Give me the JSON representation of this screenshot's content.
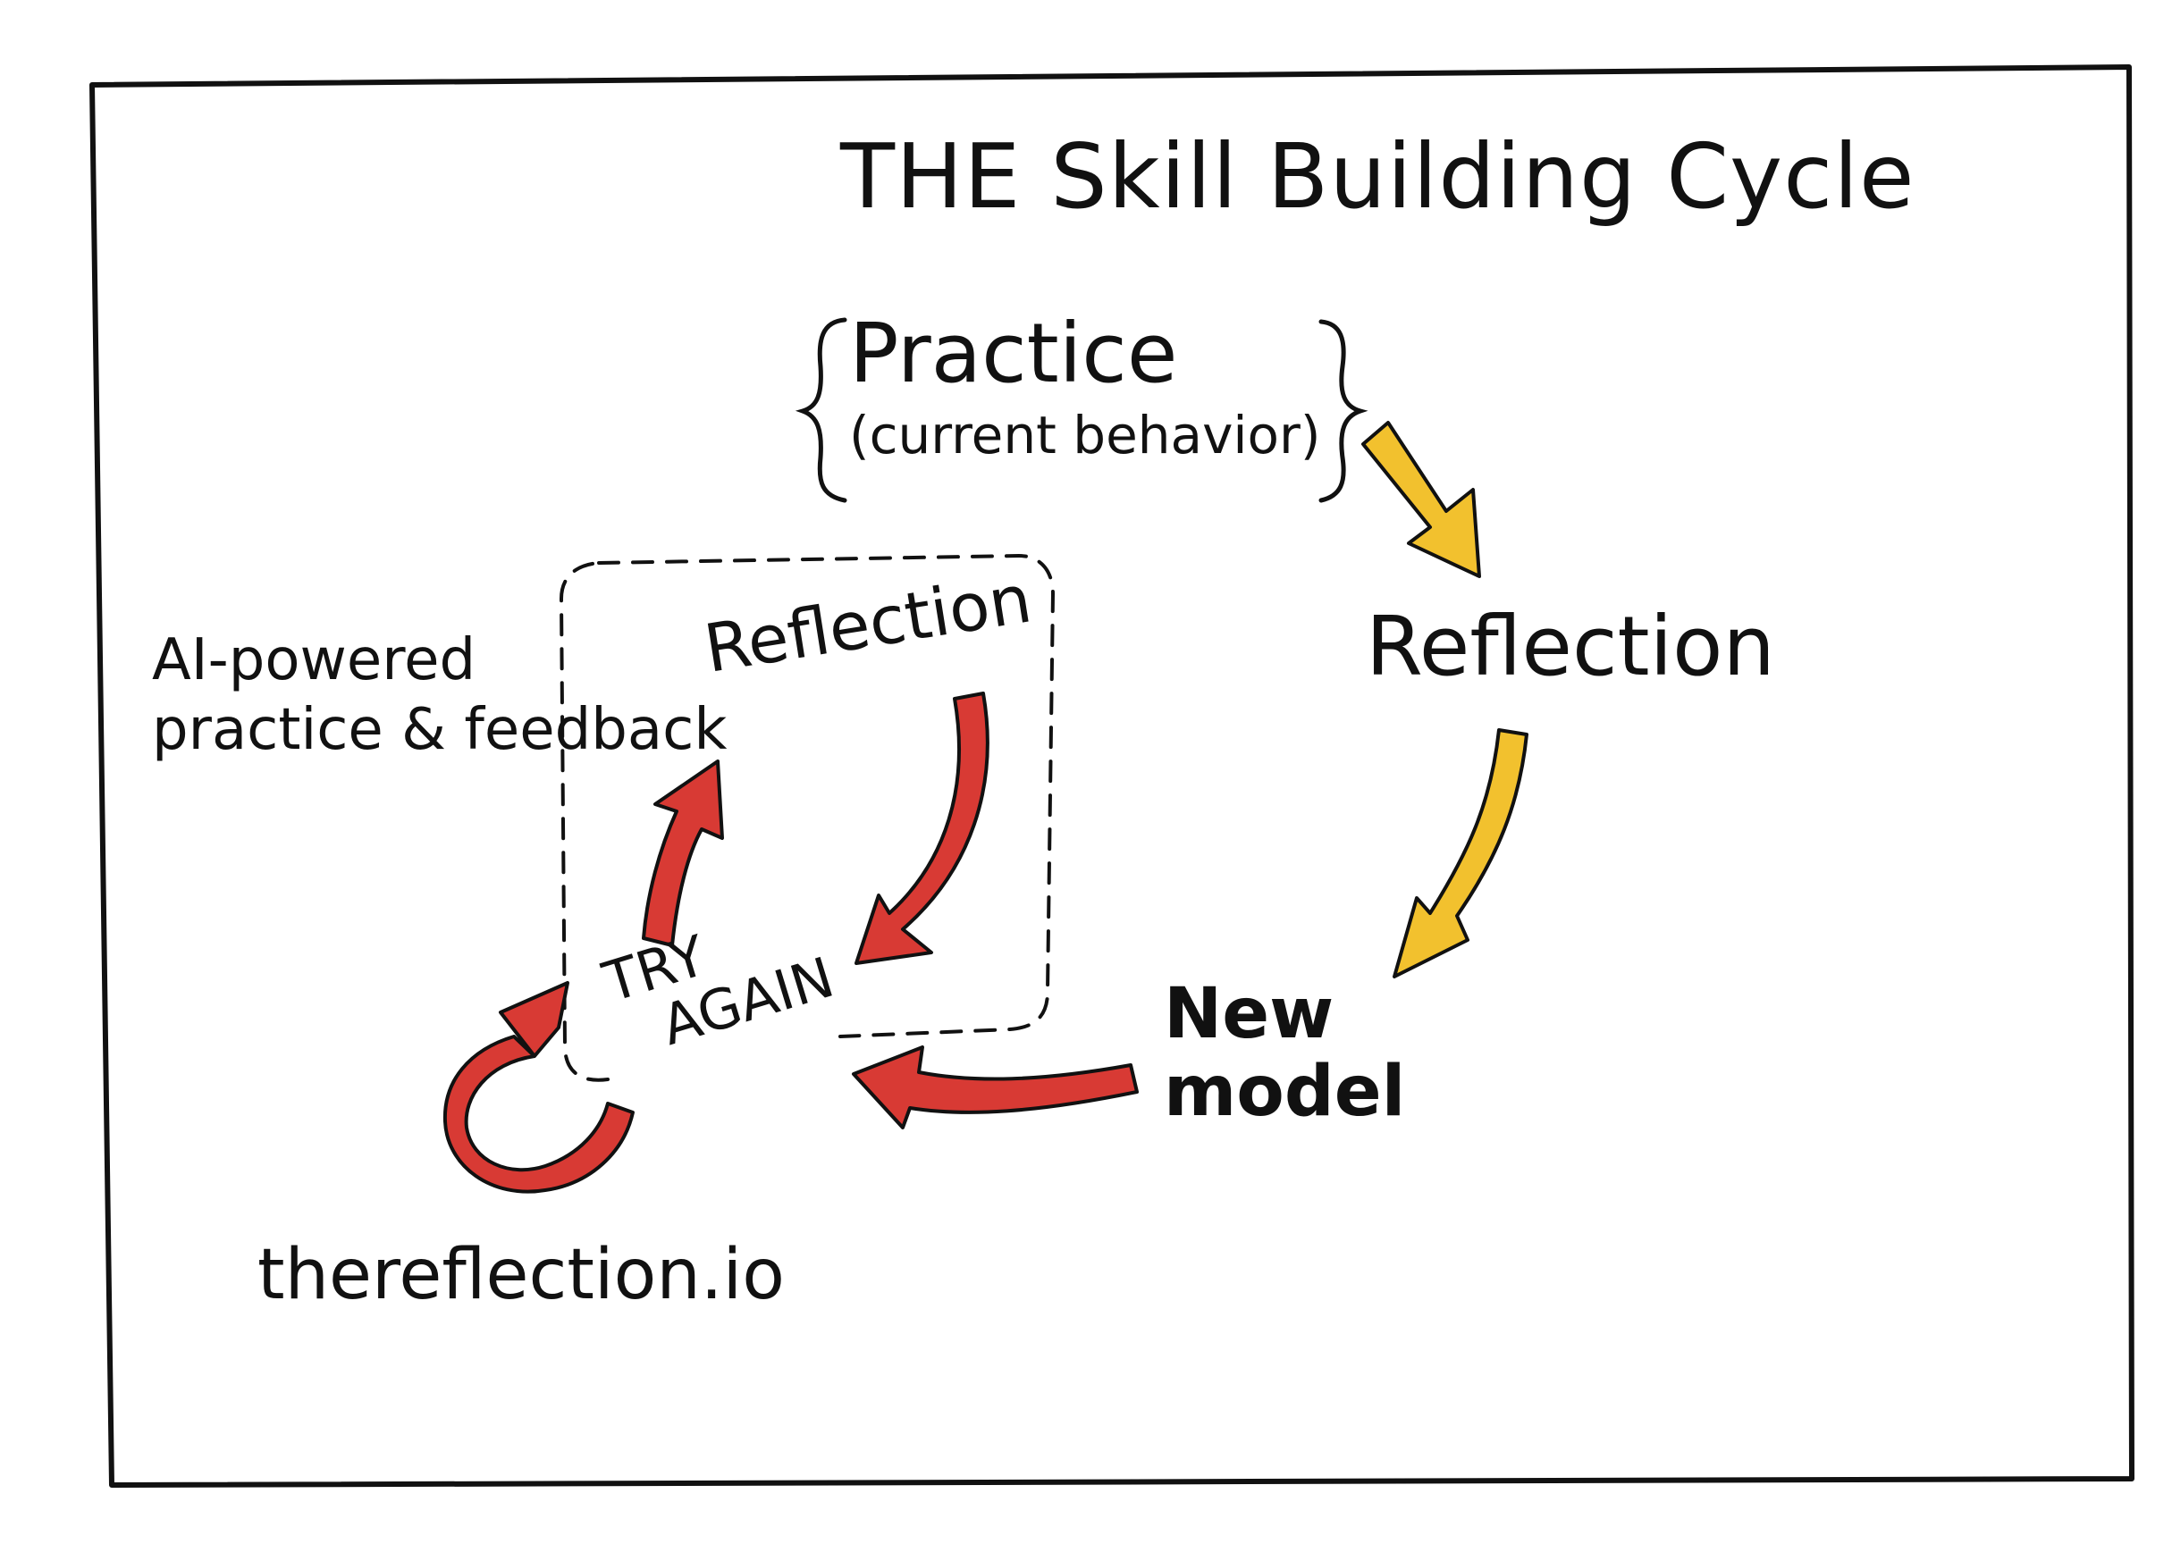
{
  "title": "THE Skill Building Cycle",
  "nodes": {
    "practice": {
      "label": "Practice",
      "sublabel": "(current behavior)"
    },
    "reflection": {
      "label": "Reflection"
    },
    "new_model": {
      "line1": "New",
      "line2": "model"
    },
    "inner_loop": {
      "reflection_label": "Reflection",
      "try_line1": "TRY",
      "try_line2": "AGAIN"
    }
  },
  "annotation": {
    "line1": "AI-powered",
    "line2": "practice & feedback"
  },
  "footer": {
    "url": "thereflection.io"
  },
  "colors": {
    "ink": "#111111",
    "yellow_arrow": "#f2c12e",
    "red_arrow": "#d83a34",
    "background": "#ffffff"
  }
}
